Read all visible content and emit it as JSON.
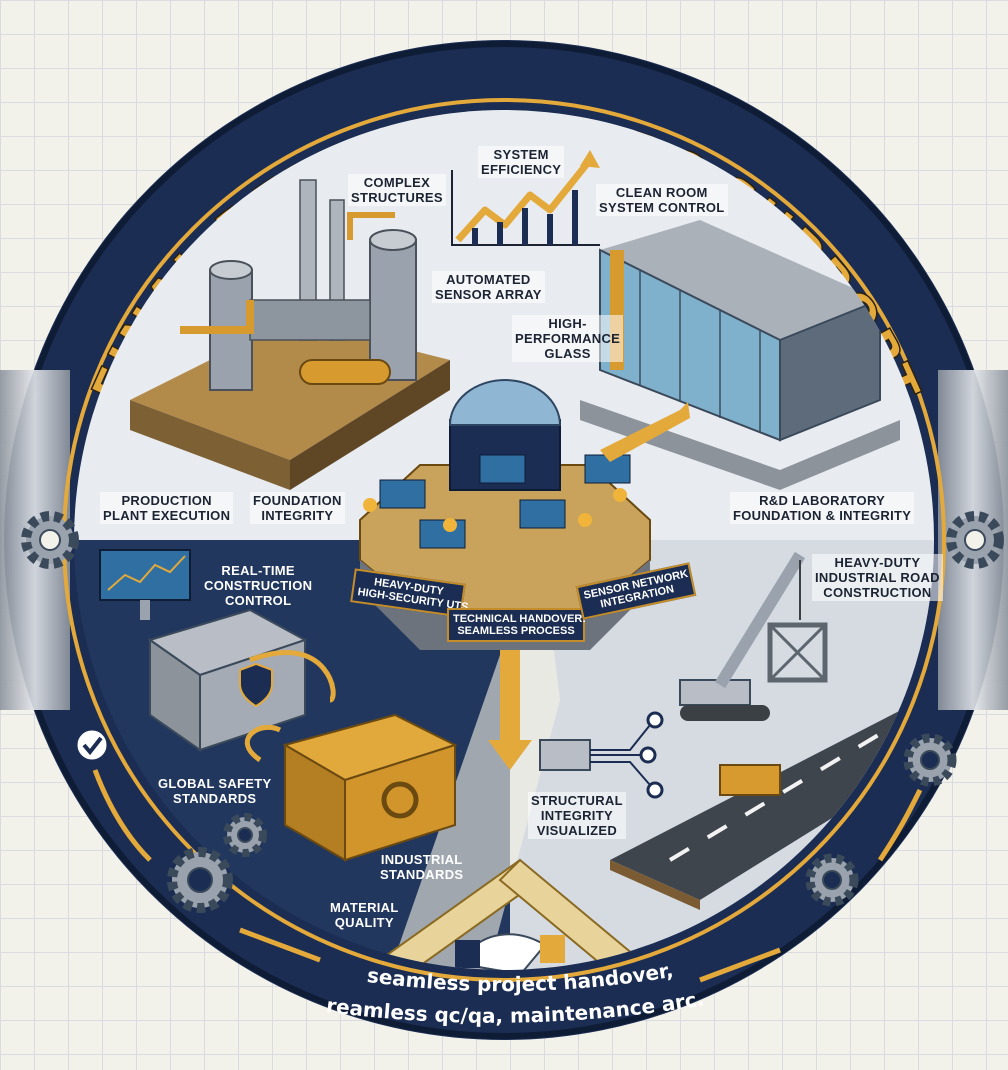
{
  "title": "FINAL DELIVERY & ARC SUPPORT",
  "labels": {
    "complex_structures": "COMPLEX\nSTRUCTURES",
    "system_efficiency": "SYSTEM\nEFFICIENCY",
    "clean_room": "CLEAN ROOM\nSYSTEM CONTROL",
    "automated_sensor": "AUTOMATED\nSENSOR ARRAY",
    "high_performance_glass": "HIGH-\nPERFORMANCE\nGLASS",
    "production_plant": "PRODUCTION\nPLANT EXECUTION",
    "foundation_integrity": "FOUNDATION\nINTEGRITY",
    "rd_laboratory": "R&D LABORATORY\nFOUNDATION & INTEGRITY",
    "real_time_control": "REAL-TIME\nCONSTRUCTION\nCONTROL",
    "heavy_duty_road": "HEAVY-DUTY\nINDUSTRIAL ROAD\nCONSTRUCTION",
    "global_safety": "GLOBAL SAFETY\nSTANDARDS",
    "structural_integrity": "STRUCTURAL\nINTEGRITY\nVISUALIZED",
    "industrial_standards": "INDUSTRIAL\nSTANDARDS",
    "material_quality": "MATERIAL\nQUALITY"
  },
  "signs": {
    "left": "HEAVY-DUTY\nHIGH-SECURITY UTS",
    "center": "TECHNICAL HANDOVER:\nSEAMLESS PROCESS",
    "right": "SENSOR NETWORK\nINTEGRATION"
  },
  "bottom_text": {
    "line1": "seamless project handover,",
    "line2": "reamless qc/qa, maintenance arc."
  },
  "colors": {
    "navy": "#1b2d52",
    "gold": "#e4a93b",
    "steel": "#b9bec6",
    "panel_light": "#e8ebef",
    "panel_dark": "#22375e"
  }
}
